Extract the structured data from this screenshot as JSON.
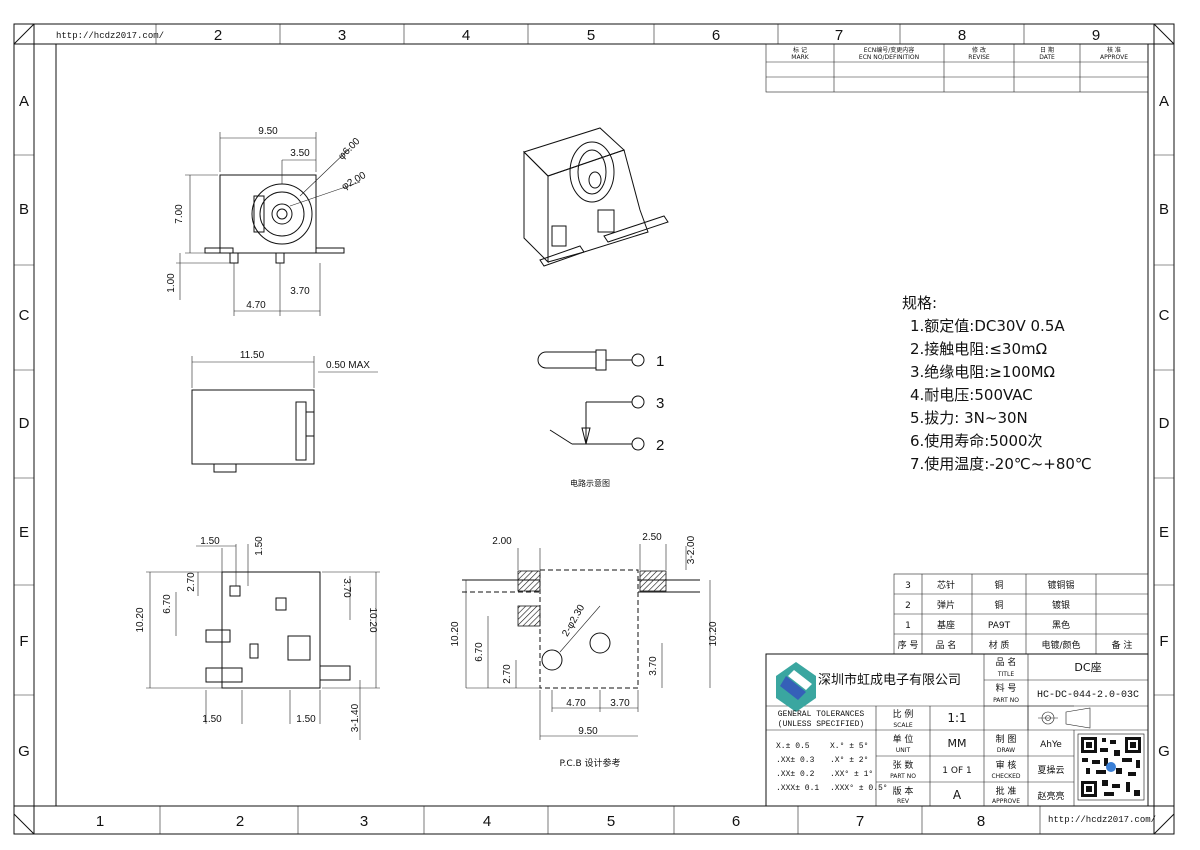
{
  "frame": {
    "url_top": "http://hcdz2017.com/",
    "url_bottom": "http://hcdz2017.com/",
    "top_columns": [
      "2",
      "3",
      "4",
      "5",
      "6",
      "7",
      "8",
      "9"
    ],
    "bottom_columns": [
      "1",
      "2",
      "3",
      "4",
      "5",
      "6",
      "7",
      "8"
    ],
    "rows": [
      "A",
      "B",
      "C",
      "D",
      "E",
      "F",
      "G"
    ]
  },
  "revision_table": {
    "headers": [
      {
        "cn": "标 记",
        "en": "MARK"
      },
      {
        "cn": "ECN编号/变更内容",
        "en": "ECN NO/DEFINITION"
      },
      {
        "cn": "修 改",
        "en": "REVISE"
      },
      {
        "cn": "日 期",
        "en": "DATE"
      },
      {
        "cn": "核 准",
        "en": "APPROVE"
      }
    ]
  },
  "specs": {
    "title": "规格:",
    "items": [
      "1.额定值:DC30V 0.5A",
      "2.接触电阻:≤30mΩ",
      "3.绝缘电阻:≥100MΩ",
      "4.耐电压:500VAC",
      "5.拔力: 3N~30N",
      "6.使用寿命:5000次",
      "7.使用温度:-20℃~+80℃"
    ]
  },
  "views": {
    "top": {
      "w": "9.50",
      "inner": "3.50",
      "dia_large": "φ6.00",
      "dia_small": "φ2.00",
      "h": "7.00",
      "pin": "1.00",
      "pitch_left": "4.70",
      "pitch_right": "3.70"
    },
    "side": {
      "len": "11.50",
      "max": "0.50 MAX"
    },
    "bottom": {
      "a": "1.50",
      "b": "1.50",
      "c": "2.70",
      "d": "6.70",
      "e": "3.70",
      "f": "10.20",
      "g": "10.20",
      "h": "1.50",
      "i": "1.50",
      "j": "3-1.40"
    },
    "pcb": {
      "a": "2.00",
      "b": "2.50",
      "c": "3-2.00",
      "d": "2-φ2.30",
      "e": "10.20",
      "f": "6.70",
      "g": "2.70",
      "h": "10.20",
      "i": "3.70",
      "j": "4.70",
      "k": "3.70",
      "l": "9.50",
      "caption": "P.C.B  设计参考"
    }
  },
  "circuit": {
    "pins": [
      "1",
      "3",
      "2"
    ],
    "caption": "电路示意图"
  },
  "materials": {
    "rows": [
      {
        "no": "3",
        "name": "芯针",
        "material": "铜",
        "finish": "镀铜锡",
        "note": ""
      },
      {
        "no": "2",
        "name": "弹片",
        "material": "铜",
        "finish": "镀银",
        "note": ""
      },
      {
        "no": "1",
        "name": "基座",
        "material": "PA9T",
        "finish": "黑色",
        "note": ""
      }
    ],
    "header": {
      "no": "序 号",
      "name": "品 名",
      "material": "材 质",
      "finish": "电镀/颜色",
      "note": "备 注"
    }
  },
  "title_block": {
    "company": "深圳市虹成电子有限公司",
    "title_label_cn": "品 名",
    "title_label_en": "TITLE",
    "title_value": "DC座",
    "part_label_cn": "料 号",
    "part_label_en": "PART NO",
    "part_value": "HC-DC-044-2.0-03C",
    "tolerance_title": "GENERAL TOLERANCES",
    "tolerance_sub": "(UNLESS SPECIFIED)",
    "tolerances_left": [
      "X.± 0.5",
      ".XX± 0.3",
      ".XX± 0.2",
      ".XXX± 0.1"
    ],
    "tolerances_right": [
      "X.° ± 5°",
      ".X° ± 2°",
      ".XX° ± 1°",
      ".XXX° ± 0.5°"
    ],
    "scale_cn": "比 例",
    "scale_en": "SCALE",
    "scale_value": "1:1",
    "unit_cn": "单 位",
    "unit_en": "UNIT",
    "unit_value": "MM",
    "sheet_cn": "张 数",
    "sheet_en": "PART NO",
    "sheet_value": "1 OF 1",
    "rev_cn": "版 本",
    "rev_en": "REV",
    "rev_value": "A",
    "draw_cn": "制 图",
    "draw_en": "DRAW",
    "draw_value": "AhYe",
    "check_cn": "审 核",
    "check_en": "CHECKED",
    "check_value": "夏操云",
    "approve_cn": "批 准",
    "approve_en": "APPROVE",
    "approve_value": "赵亮亮"
  }
}
